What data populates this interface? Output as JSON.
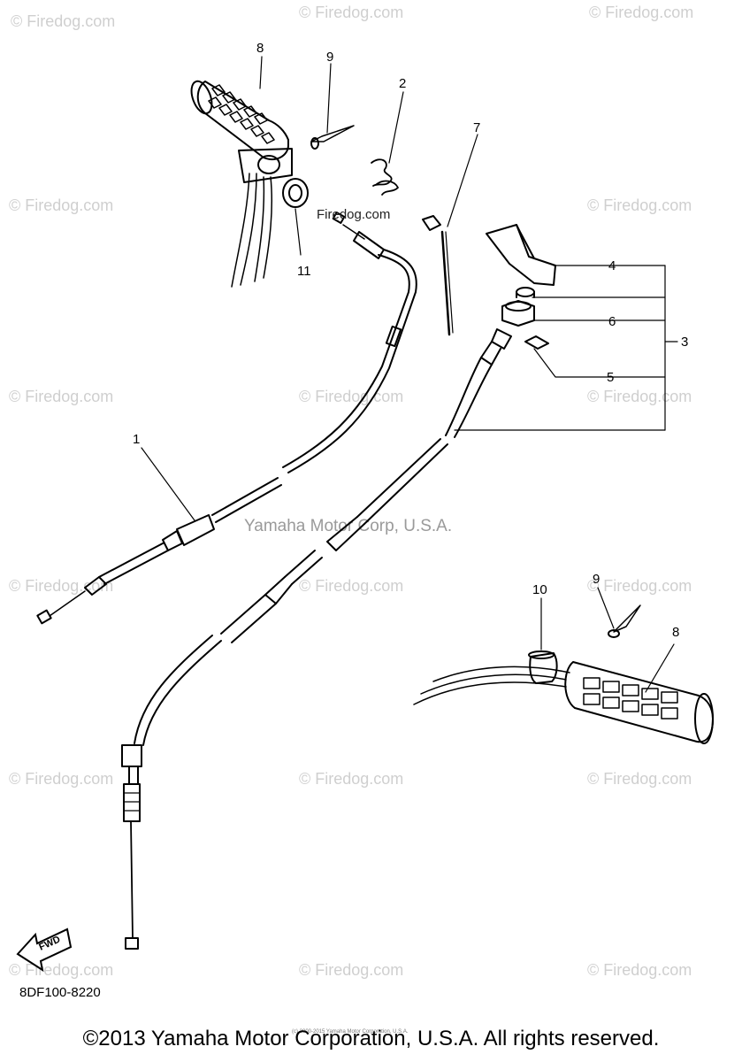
{
  "watermark": {
    "firedog": "© Firedog.com",
    "firedog_plain": "Firedog.com",
    "center": "Yamaha Motor Corp, U.S.A."
  },
  "callouts": {
    "n1": "1",
    "n2": "2",
    "n3": "3",
    "n4": "4",
    "n5": "5",
    "n6": "6",
    "n7": "7",
    "n8_top": "8",
    "n8_bottom": "8",
    "n9_top": "9",
    "n9_bottom": "9",
    "n10": "10",
    "n11": "11"
  },
  "fwd_label": "FWD",
  "part_number": "8DF100-8220",
  "tiny_copyright": "(c) 2000-2015 Yamaha Motor Corporation, U.S.A.",
  "footer": "©2013 Yamaha Motor Corporation, U.S.A. All rights reserved."
}
